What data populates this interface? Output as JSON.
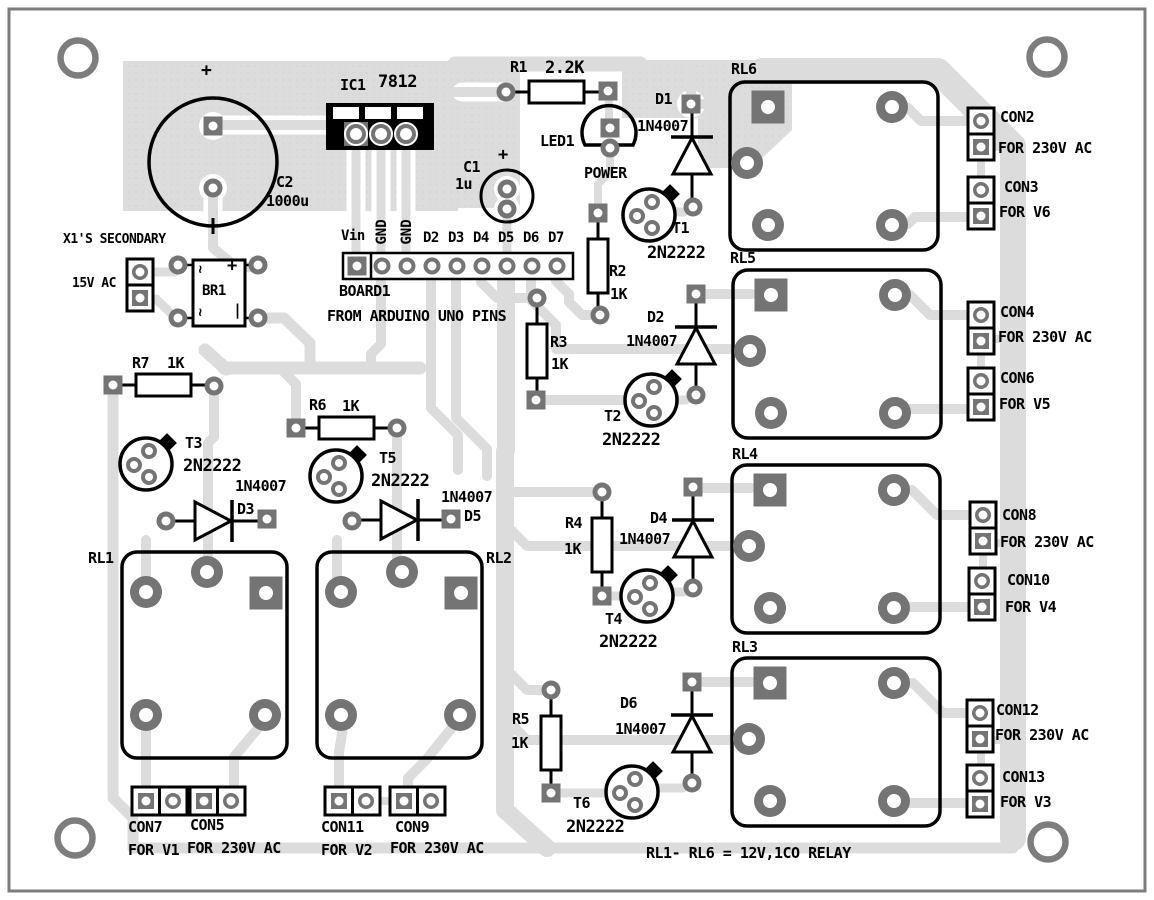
{
  "colors": {
    "trace": "#dcdcdc",
    "pad": "#747474",
    "silk": "#000000",
    "frame": "#7d7d7d",
    "board": "#ffffff"
  },
  "note": "RL1- RL6 = 12V,1CO RELAY",
  "input": {
    "title": "X1'S SECONDARY",
    "value": "15V AC"
  },
  "bridge": {
    "ref": "BR1",
    "tl": "~",
    "tr": "+",
    "bl": "~",
    "br": "|"
  },
  "regulator": {
    "ref": "IC1",
    "value": "7812"
  },
  "led": {
    "ref": "LED1",
    "caption": "POWER"
  },
  "header": {
    "ref": "BOARD1",
    "caption": "FROM ARDUINO UNO PINS",
    "pins": [
      "Vin",
      "GND",
      "GND",
      "D2",
      "D3",
      "D4",
      "D5",
      "D6",
      "D7"
    ]
  },
  "caps": {
    "c1": {
      "ref": "C1",
      "value": "1u",
      "plus": "+"
    },
    "c2": {
      "ref": "C2",
      "value": "1000u",
      "plus": "+",
      "minus": "|"
    }
  },
  "resistors": {
    "r1": {
      "ref": "R1",
      "value": "2.2K"
    },
    "r2": {
      "ref": "R2",
      "value": "1K"
    },
    "r3": {
      "ref": "R3",
      "value": "1K"
    },
    "r4": {
      "ref": "R4",
      "value": "1K"
    },
    "r5": {
      "ref": "R5",
      "value": "1K"
    },
    "r6": {
      "ref": "R6",
      "value": "1K"
    },
    "r7": {
      "ref": "R7",
      "value": "1K"
    }
  },
  "diodes": {
    "d1": {
      "ref": "D1",
      "value": "1N4007"
    },
    "d2": {
      "ref": "D2",
      "value": "1N4007"
    },
    "d3": {
      "ref": "D3",
      "value": "1N4007"
    },
    "d4": {
      "ref": "D4",
      "value": "1N4007"
    },
    "d5": {
      "ref": "D5",
      "value": "1N4007"
    },
    "d6": {
      "ref": "D6",
      "value": "1N4007"
    }
  },
  "transistors": {
    "t1": {
      "ref": "T1",
      "value": "2N2222"
    },
    "t2": {
      "ref": "T2",
      "value": "2N2222"
    },
    "t3": {
      "ref": "T3",
      "value": "2N2222"
    },
    "t4": {
      "ref": "T4",
      "value": "2N2222"
    },
    "t5": {
      "ref": "T5",
      "value": "2N2222"
    },
    "t6": {
      "ref": "T6",
      "value": "2N2222"
    }
  },
  "relays": {
    "rl1": "RL1",
    "rl2": "RL2",
    "rl3": "RL3",
    "rl4": "RL4",
    "rl5": "RL5",
    "rl6": "RL6"
  },
  "connectors": {
    "con2": {
      "ref": "CON2",
      "caption": "FOR 230V AC"
    },
    "con3": {
      "ref": "CON3",
      "caption": "FOR V6"
    },
    "con4": {
      "ref": "CON4",
      "caption": "FOR 230V AC"
    },
    "con6": {
      "ref": "CON6",
      "caption": "FOR V5"
    },
    "con8": {
      "ref": "CON8",
      "caption": "FOR 230V AC"
    },
    "con10": {
      "ref": "CON10",
      "caption": "FOR V4"
    },
    "con12": {
      "ref": "CON12",
      "caption": "FOR 230V AC"
    },
    "con13": {
      "ref": "CON13",
      "caption": "FOR V3"
    },
    "con7": {
      "ref": "CON7",
      "caption": "FOR V1"
    },
    "con5": {
      "ref": "CON5",
      "caption": "FOR 230V AC"
    },
    "con11": {
      "ref": "CON11",
      "caption": "FOR V2"
    },
    "con9": {
      "ref": "CON9",
      "caption": "FOR 230V AC"
    }
  }
}
